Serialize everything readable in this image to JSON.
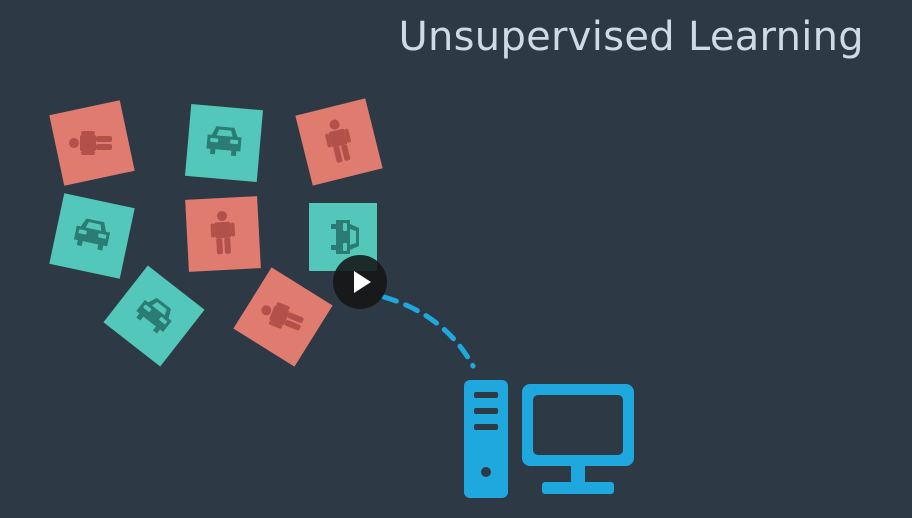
{
  "video": {
    "title": "Unsupervised Learning",
    "play_control": "play-icon"
  },
  "cards": [
    {
      "kind": "person",
      "icon": "person-icon",
      "orientation": "lying"
    },
    {
      "kind": "car",
      "icon": "car-icon",
      "orientation": "upright"
    },
    {
      "kind": "person",
      "icon": "person-icon",
      "orientation": "upright"
    },
    {
      "kind": "car",
      "icon": "car-icon",
      "orientation": "upright"
    },
    {
      "kind": "person",
      "icon": "person-icon",
      "orientation": "upright"
    },
    {
      "kind": "car",
      "icon": "car-icon",
      "orientation": "sideways"
    },
    {
      "kind": "car",
      "icon": "car-icon",
      "orientation": "tilted"
    },
    {
      "kind": "person",
      "icon": "person-icon",
      "orientation": "lying"
    }
  ],
  "colors": {
    "background": "#2d3a46",
    "person_card": "#e07b70",
    "car_card": "#52c7ba",
    "computer": "#1ea8de",
    "title": "#cfdbe4"
  },
  "computer_icon": "desktop-computer-icon"
}
